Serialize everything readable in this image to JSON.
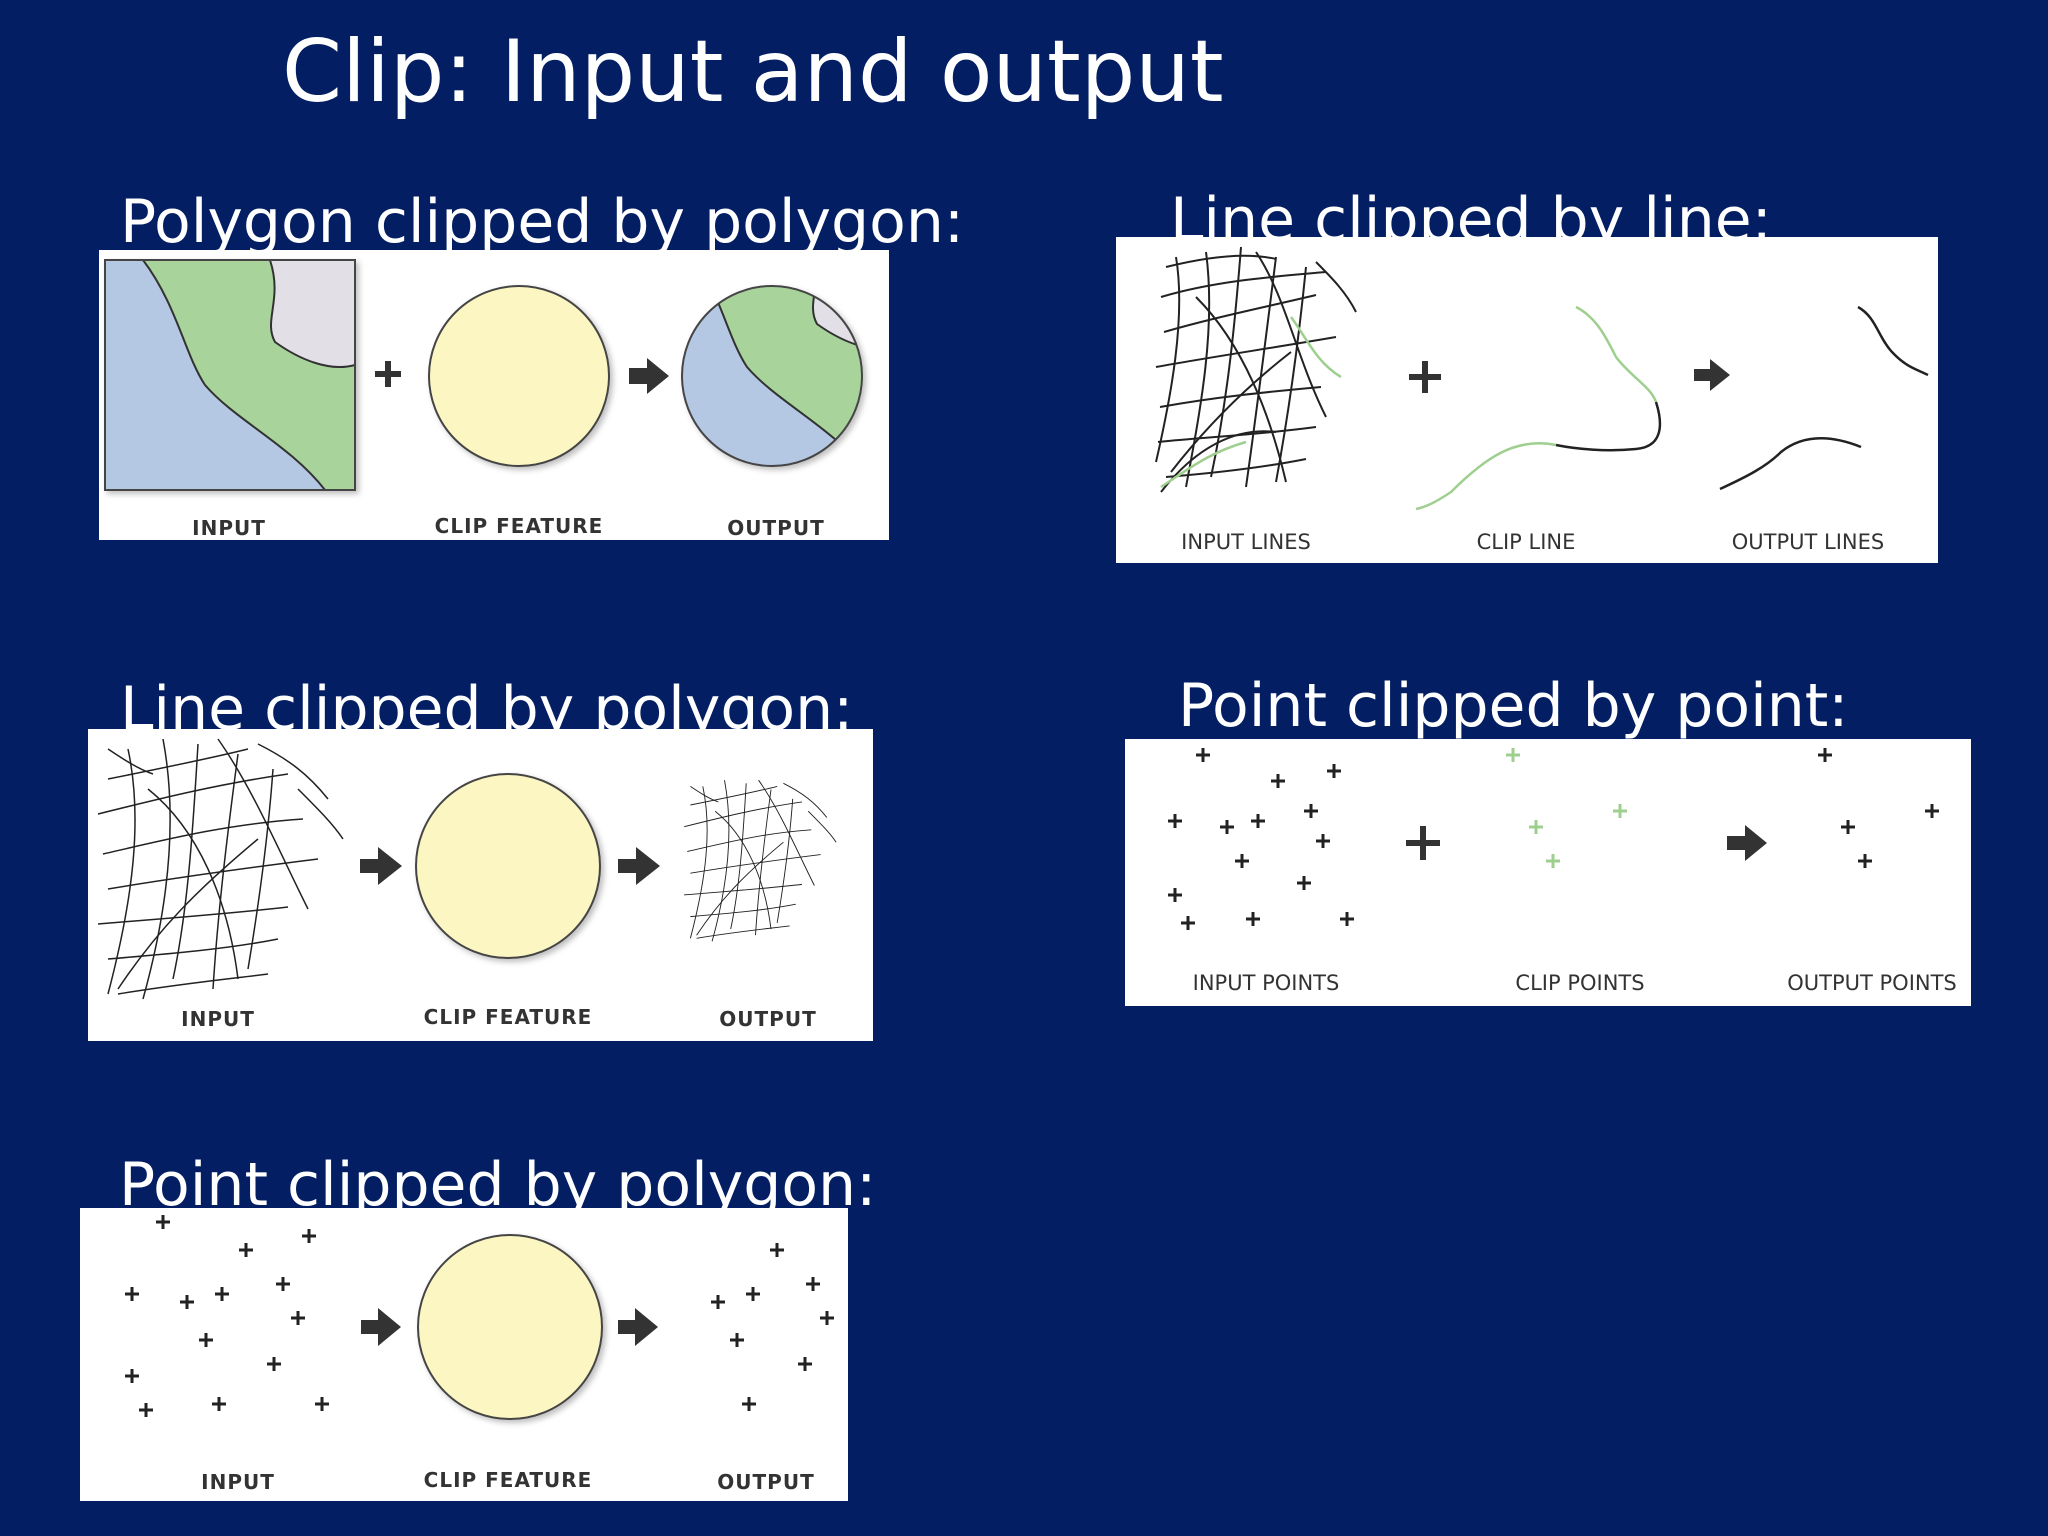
{
  "slide": {
    "title": "Clip: Input and output"
  },
  "panels": {
    "polygon_polygon": {
      "heading": "Polygon clipped by polygon:",
      "labels": [
        "INPUT",
        "CLIP FEATURE",
        "OUTPUT"
      ]
    },
    "line_line": {
      "heading": "Line clipped by line:",
      "labels": [
        "INPUT LINES",
        "CLIP LINE",
        "OUTPUT LINES"
      ]
    },
    "line_polygon": {
      "heading": "Line clipped by polygon:",
      "labels": [
        "INPUT",
        "CLIP FEATURE",
        "OUTPUT"
      ]
    },
    "point_point": {
      "heading": "Point clipped by point:",
      "labels": [
        "INPUT POINTS",
        "CLIP POINTS",
        "OUTPUT POINTS"
      ]
    },
    "point_polygon": {
      "heading": "Point clipped by polygon:",
      "labels": [
        "INPUT",
        "CLIP FEATURE",
        "OUTPUT"
      ]
    }
  },
  "colors": {
    "background": "#031e62",
    "polygon_blue": "#b4c7e3",
    "polygon_green": "#a8d49b",
    "polygon_gray": "#e2dfe6",
    "clip_yellow": "#fcf6c2",
    "clip_green": "#9fcf8f"
  }
}
